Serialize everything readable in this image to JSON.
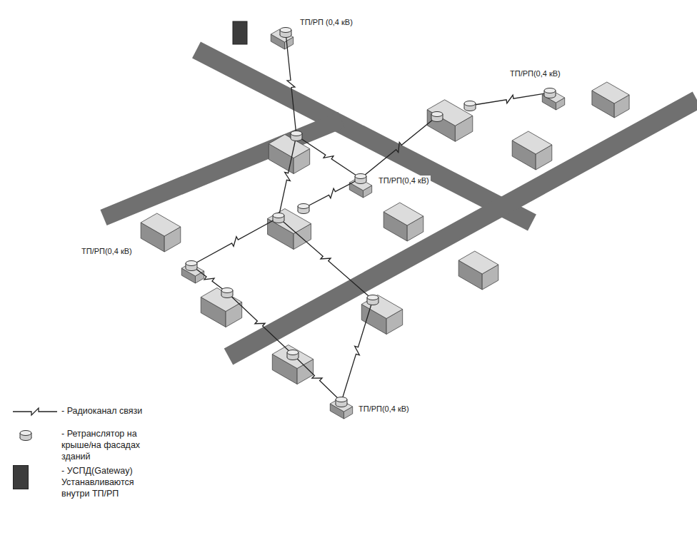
{
  "diagram": {
    "nodes": [
      {
        "text": [
          "ТП/РП (0,4 кВ)"
        ]
      },
      {
        "text": [
          "ТП/РП(0,4 кВ)"
        ]
      },
      {
        "text": [
          "ТП/РП(0,4 кВ)"
        ]
      },
      {
        "text": [
          "ТП/РП(0,4 кВ)"
        ]
      },
      {
        "text": [
          "ТП/РП(0,4 кВ)"
        ]
      }
    ],
    "legend": [
      {
        "text": "- Радиоканал связи"
      },
      {
        "text": "- Ретранслятор на крыше/на фасадах зданий"
      },
      {
        "text": "- УСПД(Gateway) Устанавливаются внутри ТП/РП",
        "color": "#3c3c3c"
      }
    ]
  }
}
